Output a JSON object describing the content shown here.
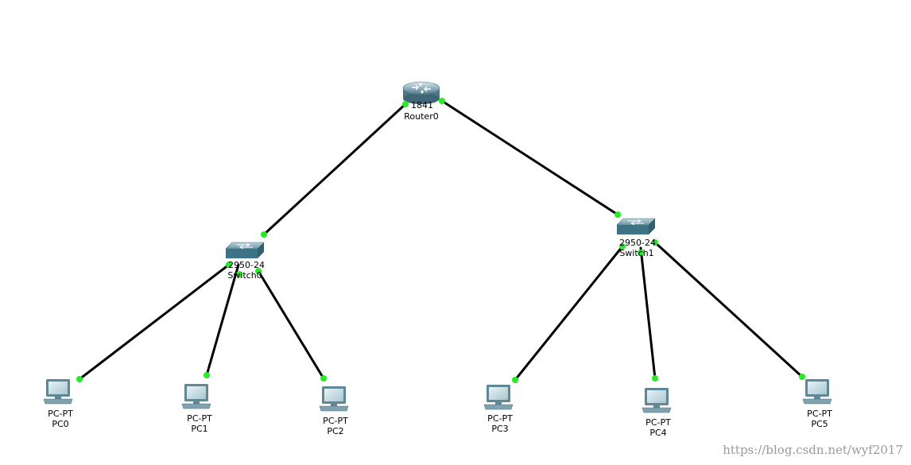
{
  "devices": {
    "router0": {
      "model": "1841",
      "name": "Router0"
    },
    "switch0": {
      "model": "2950-24",
      "name": "Switch0"
    },
    "switch1": {
      "model": "2950-24",
      "name": "Switch1"
    },
    "pc0": {
      "model": "PC-PT",
      "name": "PC0"
    },
    "pc1": {
      "model": "PC-PT",
      "name": "PC1"
    },
    "pc2": {
      "model": "PC-PT",
      "name": "PC2"
    },
    "pc3": {
      "model": "PC-PT",
      "name": "PC3"
    },
    "pc4": {
      "model": "PC-PT",
      "name": "PC4"
    },
    "pc5": {
      "model": "PC-PT",
      "name": "PC5"
    }
  },
  "link_color": "#000000",
  "port_light_color": "#22ee22",
  "watermark": "https://blog.csdn.net/wyf2017"
}
